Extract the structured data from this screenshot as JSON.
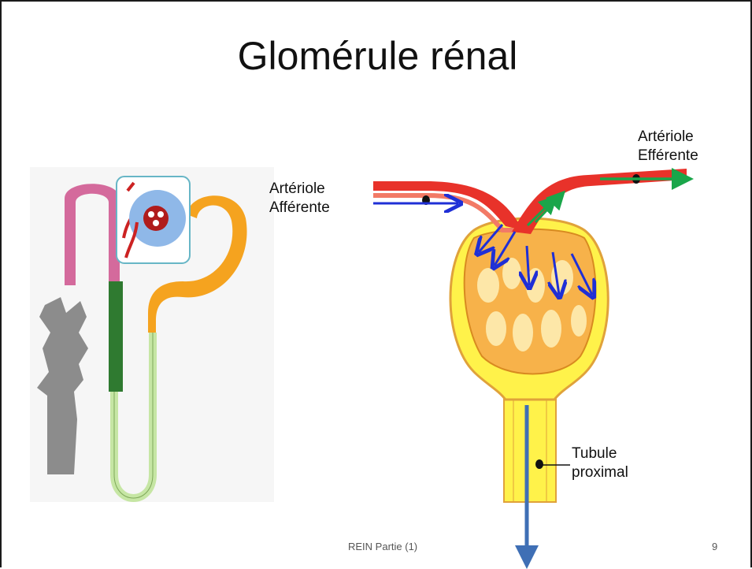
{
  "slide": {
    "title": "Glomérule rénal",
    "footer_text": "REIN Partie (1)",
    "page_number": "9"
  },
  "labels": {
    "afferent_line1": "Artériole",
    "afferent_line2": "Afférente",
    "efferent_line1": "Artériole",
    "efferent_line2": "Efférente",
    "tubule_line1": "Tubule",
    "tubule_line2": "proximal"
  },
  "colors": {
    "arteriole_red": "#e8322a",
    "capsule_yellow": "#fff24a",
    "capillary_orange": "#f7b24a",
    "filtration_arrow_blue": "#1f2fd6",
    "efferent_arrow_green": "#1aa64a",
    "tubule_arrow_blue": "#3f6fb5",
    "loop_pink": "#d46a9c",
    "distal_orange": "#f5a31f",
    "collecting_gray": "#8c8c8c",
    "thick_green": "#2f7a30",
    "thin_green": "#c6e6a4"
  }
}
